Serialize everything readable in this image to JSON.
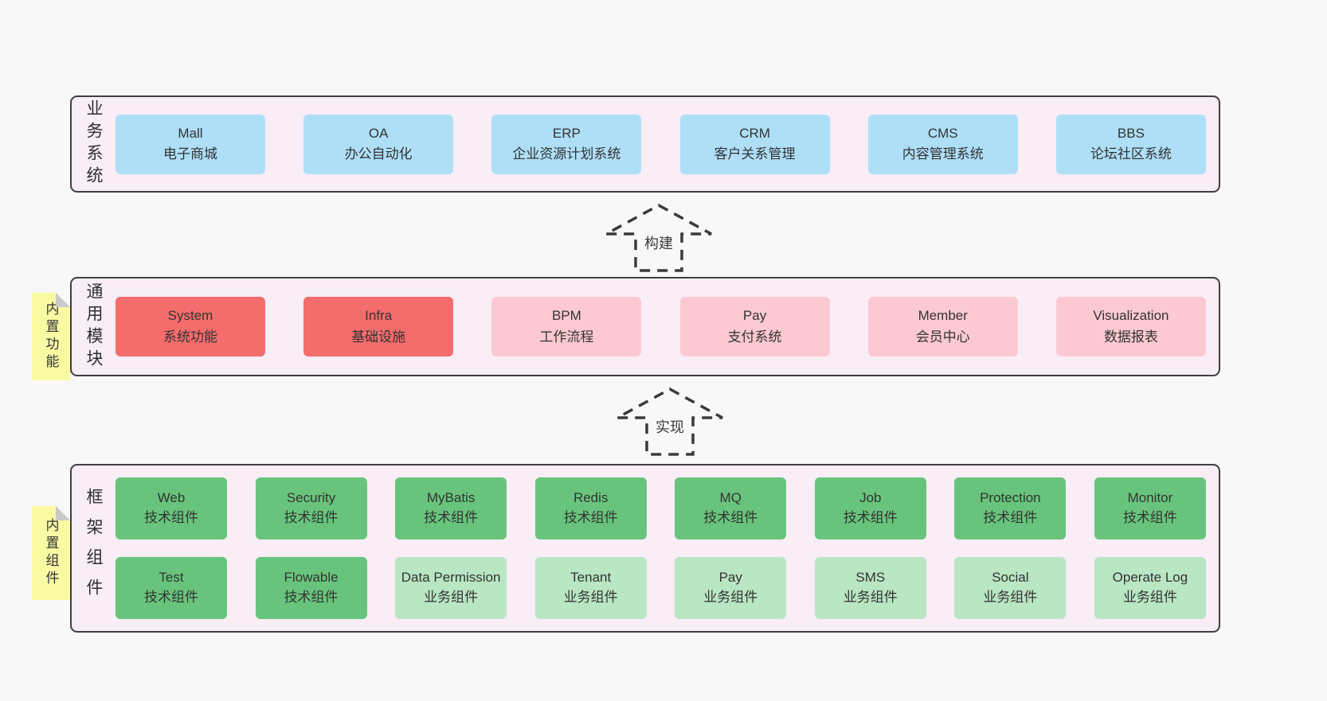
{
  "colors": {
    "page_bg": "#f8f8f8",
    "layer_bg": "#f9edf6",
    "layer_border": "#3f3f3f",
    "box_blue": "#aedff7",
    "box_red": "#f56c6c",
    "box_pink": "#fcc9d2",
    "box_green": "#68c47c",
    "box_light_green": "#b9e6c3",
    "note_yellow": "#fafaa3",
    "text": "#333333"
  },
  "arrows": [
    {
      "label": "构建"
    },
    {
      "label": "实现"
    }
  ],
  "layers": [
    {
      "label": "业务系统",
      "boxes": [
        {
          "name": "Mall",
          "desc": "电子商城"
        },
        {
          "name": "OA",
          "desc": "办公自动化"
        },
        {
          "name": "ERP",
          "desc": "企业资源计划系统"
        },
        {
          "name": "CRM",
          "desc": "客户关系管理"
        },
        {
          "name": "CMS",
          "desc": "内容管理系统"
        },
        {
          "name": "BBS",
          "desc": "论坛社区系统"
        }
      ]
    },
    {
      "label": "通用模块",
      "note": "内置功能",
      "boxes": [
        {
          "name": "System",
          "desc": "系统功能"
        },
        {
          "name": "Infra",
          "desc": "基础设施"
        },
        {
          "name": "BPM",
          "desc": "工作流程"
        },
        {
          "name": "Pay",
          "desc": "支付系统"
        },
        {
          "name": "Member",
          "desc": "会员中心"
        },
        {
          "name": "Visualization",
          "desc": "数据报表"
        }
      ]
    },
    {
      "label": "框架组件",
      "note": "内置组件",
      "rows": [
        {
          "boxes": [
            {
              "name": "Web",
              "desc": "技术组件"
            },
            {
              "name": "Security",
              "desc": "技术组件"
            },
            {
              "name": "MyBatis",
              "desc": "技术组件"
            },
            {
              "name": "Redis",
              "desc": "技术组件"
            },
            {
              "name": "MQ",
              "desc": "技术组件"
            },
            {
              "name": "Job",
              "desc": "技术组件"
            },
            {
              "name": "Protection",
              "desc": "技术组件"
            },
            {
              "name": "Monitor",
              "desc": "技术组件"
            }
          ]
        },
        {
          "boxes": [
            {
              "name": "Test",
              "desc": "技术组件"
            },
            {
              "name": "Flowable",
              "desc": "技术组件"
            },
            {
              "name": "Data Permission",
              "desc": "业务组件"
            },
            {
              "name": "Tenant",
              "desc": "业务组件"
            },
            {
              "name": "Pay",
              "desc": "业务组件"
            },
            {
              "name": "SMS",
              "desc": "业务组件"
            },
            {
              "name": "Social",
              "desc": "业务组件"
            },
            {
              "name": "Operate Log",
              "desc": "业务组件"
            }
          ]
        }
      ]
    }
  ]
}
